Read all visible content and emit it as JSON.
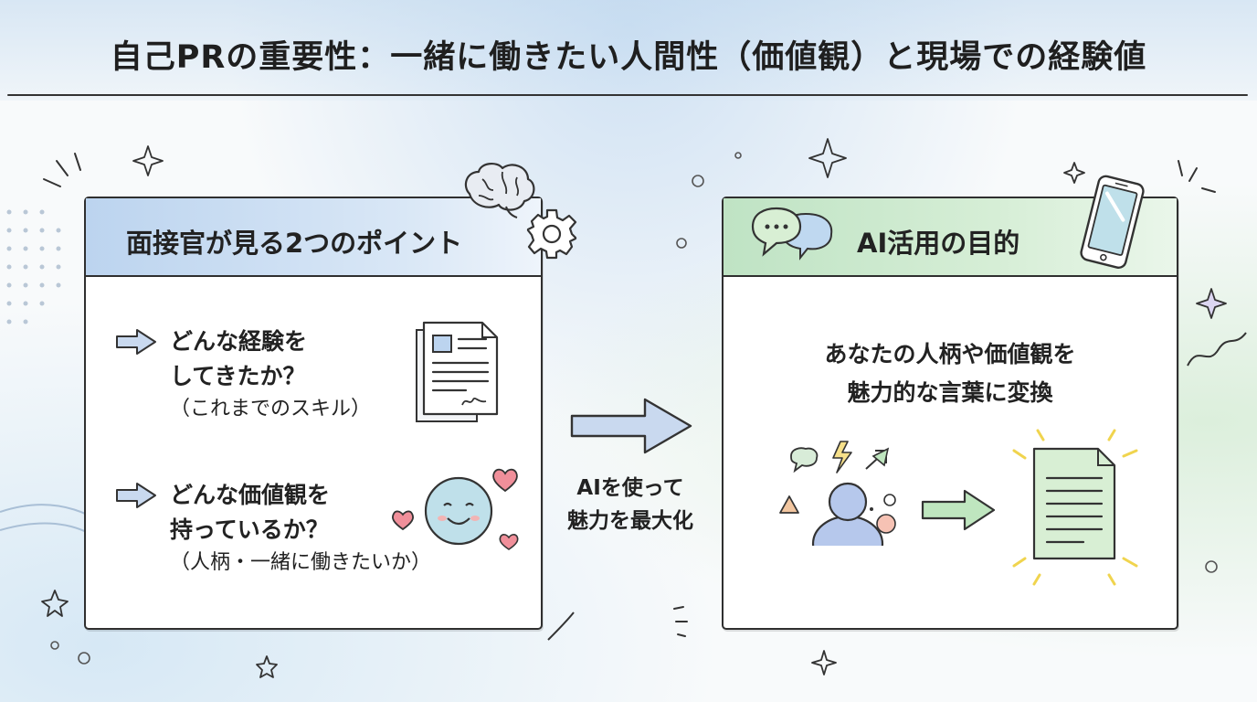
{
  "title": "自己PRの重要性：一緒に働きたい人間性（価値観）と現場での経験値",
  "left_panel": {
    "title": "面接官が見る2つのポイント",
    "items": [
      {
        "line1": "どんな経験を",
        "line2": "してきたか？",
        "sub": "（これまでのスキル）",
        "icon": "document-icon"
      },
      {
        "line1": "どんな価値観を",
        "line2": "持っているか？",
        "sub": "（人柄・一緒に働きたいか）",
        "icon": "smiley-face-icon"
      }
    ],
    "header_icons": [
      "brain-icon",
      "gear-icon"
    ]
  },
  "middle": {
    "caption_line1": "AIを使って",
    "caption_line2": "魅力を最大化"
  },
  "right_panel": {
    "title": "AI活用の目的",
    "desc_line1": "あなたの人柄や価値観を",
    "desc_line2": "魅力的な言葉に変換",
    "header_icons": [
      "speech-bubbles-icon",
      "smartphone-icon"
    ],
    "illustration_icons": [
      "person-with-ideas-icon",
      "arrow-right-icon",
      "glowing-document-icon"
    ]
  },
  "colors": {
    "left_header": "#bcd4ef",
    "right_header": "#bfe3c4",
    "arrow_blue": "#c9d9ef",
    "arrow_green": "#bfe6bf",
    "outline": "#2f2f2f"
  }
}
